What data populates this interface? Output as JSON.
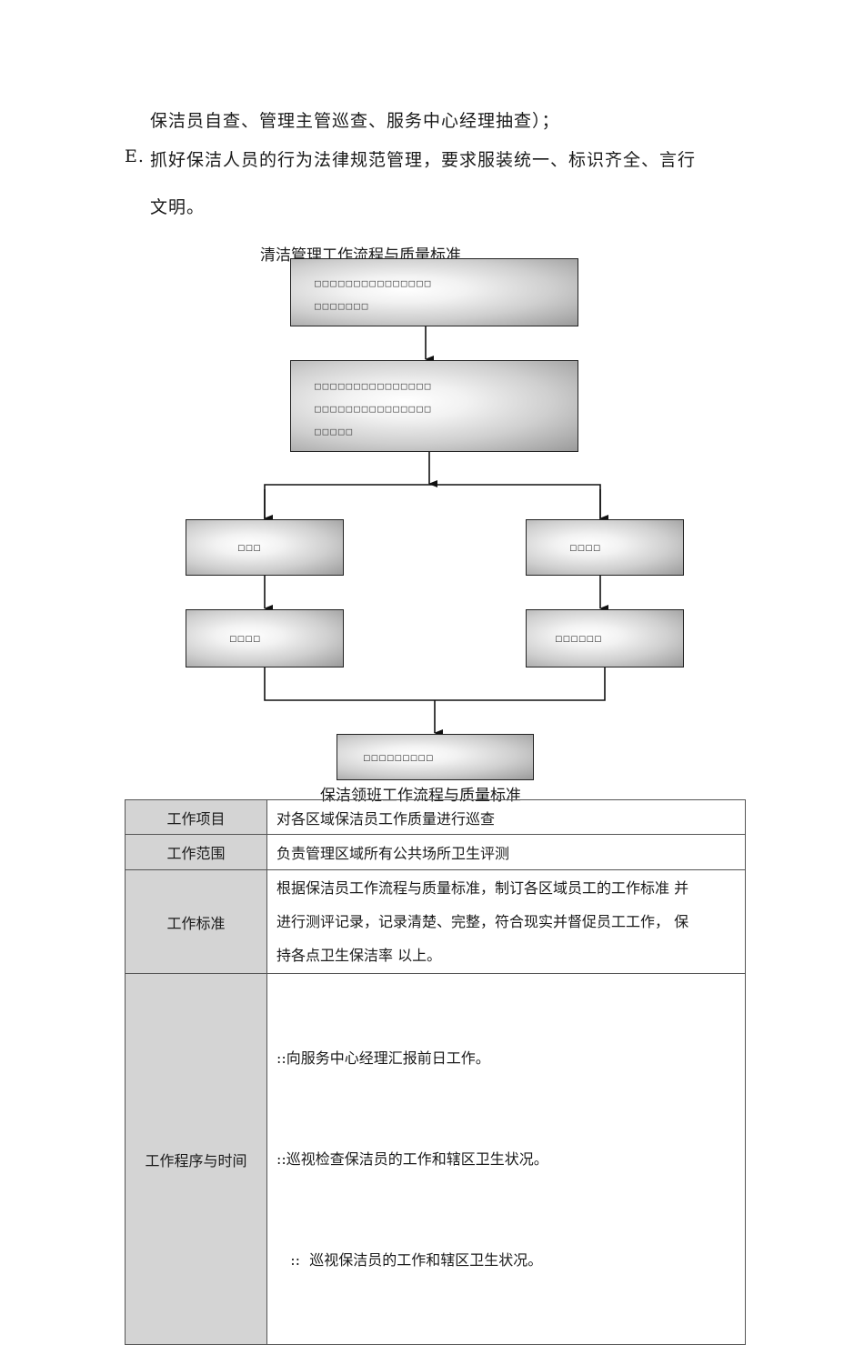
{
  "paragraphs": {
    "line1": "保洁员自查、管理主管巡查、服务中心经理抽查）；",
    "item_e_marker": "E.",
    "item_e_text": "抓好保洁人员的行为法律规范管理，要求服装统一、标识齐全、言行",
    "item_e_cont": "文明。"
  },
  "flowchart": {
    "title": "清洁管理工作流程与质量标准",
    "box1_lines": [
      "□□□□□□□□□□□□□□□",
      "□□□□□□□"
    ],
    "box2_lines": [
      "□□□□□□□□□□□□□□□",
      "□□□□□□□□□□□□□□□",
      "□□□□□"
    ],
    "left_top": "□□□",
    "left_bottom": "□□□□",
    "right_top": "□□□□",
    "right_bottom": "□□□□□□",
    "final": "□□□□□□□□□"
  },
  "table": {
    "title": "保洁领班工作流程与质量标准",
    "rows": [
      {
        "header": "工作项目",
        "lines": [
          "对各区域保洁员工作质量进行巡查"
        ]
      },
      {
        "header": "工作范围",
        "lines": [
          "负责管理区域所有公共场所卫生评测"
        ]
      },
      {
        "header": "工作标准",
        "lines": [
          "根据保洁员工作流程与质量标准，制订各区域员工的工作标准 并",
          "进行测评记录，记录清楚、完整，符合现实并督促员工工作，  保",
          "持各点卫生保洁率  以上。"
        ]
      },
      {
        "header": "工作程序与时间",
        "lines": [
          "::向服务中心经理汇报前日工作。",
          "::巡视检查保洁员的工作和辖区卫生状况。",
          "   ::  巡视保洁员的工作和辖区卫生状况。"
        ]
      }
    ]
  }
}
